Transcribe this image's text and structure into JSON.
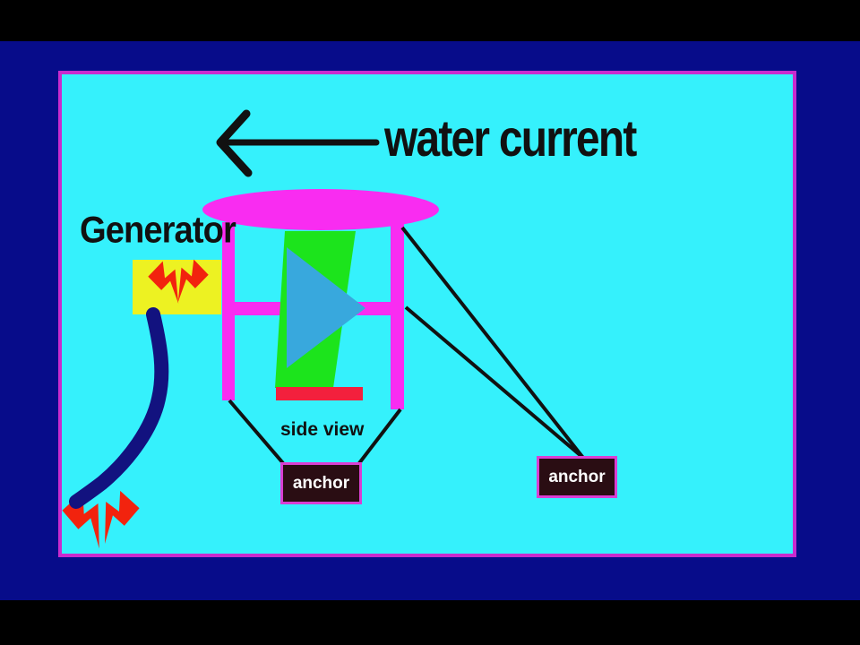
{
  "labels": {
    "water_current": "water current",
    "generator": "Generator",
    "side_view": "side view",
    "anchor_left": "anchor",
    "anchor_right": "anchor"
  },
  "colors": {
    "letterbox_black": "#000000",
    "outer_navy": "#070c8a",
    "panel_cyan": "#35f1fc",
    "panel_border_magenta": "#c92bcd",
    "structure_magenta": "#f92cf1",
    "blade_green": "#1ce41c",
    "blade_blue": "#38a8dd",
    "base_red": "#f3203d",
    "generator_box_yellow": "#edf222",
    "bolt_red": "#f2230e",
    "cable_navy": "#12127f",
    "anchor_fill_maroon": "#2a0d13",
    "anchor_border_magenta": "#d93fd2",
    "anchor_text_white": "#ffffff",
    "ink_black": "#111111"
  }
}
